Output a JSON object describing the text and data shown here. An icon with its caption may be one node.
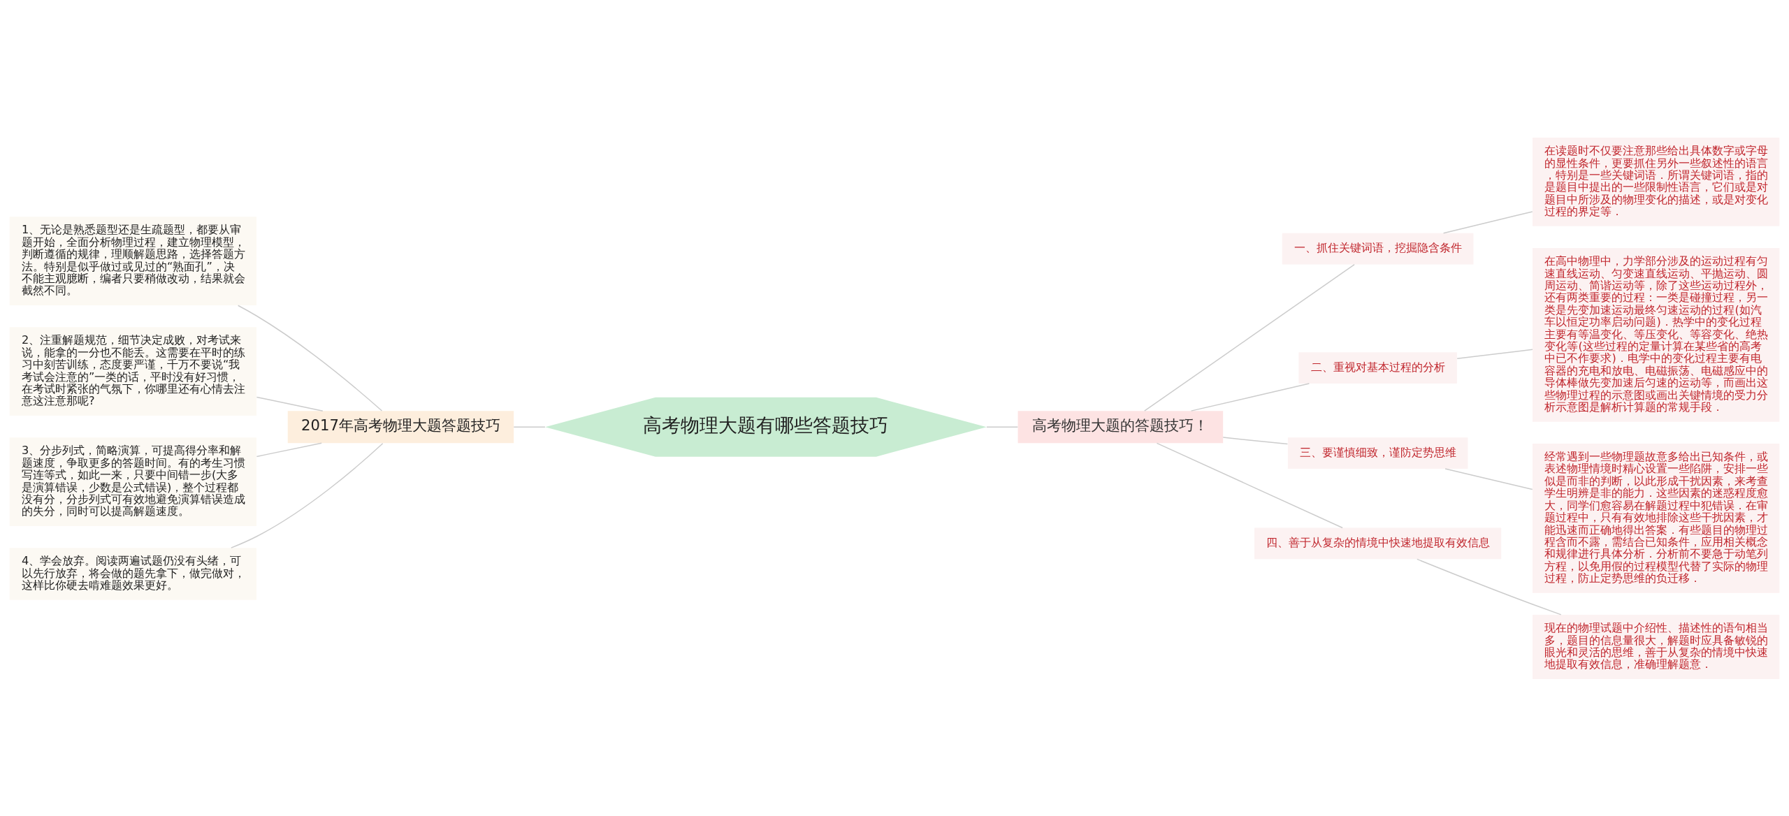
{
  "diagram": {
    "nodes": [
      {
        "text": [
          "高考物理大题有哪些答题技巧"
        ]
      },
      {
        "text": [
          "2017年高考物理大题答题技巧"
        ]
      },
      {
        "text": [
          "1、无论是熟悉题型还是生疏题型，都要从审题开始，全面分析物理过程，建立物理模型，判断遵循的规律，理顺解题思路，选择答题方法。特别是似乎做过或见过的“熟面孔”，决不能主观臆断，编者只要稍做改动，结果就会截然不同。"
        ]
      },
      {
        "text": [
          "2、注重解题规范，细节决定成败，对考试来说，能拿的一分也不能丢。这需要在平时的练习中刻苦训练，态度要严谨，千万不要说“我考试会注意的”一类的话，平时没有好习惯，在考试时紧张的气氛下，你哪里还有心情去注意这注意那呢?"
        ]
      },
      {
        "text": [
          "3、分步列式，简略演算，可提高得分率和解题速度，争取更多的答题时间。有的考生习惯写连等式，如此一来，只要中间错一步(大多是演算错误，少数是公式错误)，整个过程都没有分，分步列式可有效地避免演算错误造成的失分，同时可以提高解题速度。"
        ]
      },
      {
        "text": [
          "4、学会放弃。阅读两遍试题仍没有头绪，可以先行放弃，将会做的题先拿下，做完做对，这样比你硬去啃难题效果更好。"
        ]
      },
      {
        "text": [
          "高考物理大题的答题技巧！"
        ]
      },
      {
        "text": [
          "一、抓住关键词语，挖掘隐含条件"
        ]
      },
      {
        "text": [
          "在读题时不仅要注意那些给出具体数字或字母的显性条件，更要抓住另外一些叙述性的语言，特别是一些关键词语．所谓关键词语，指的是题目中提出的一些限制性语言，它们或是对题目中所涉及的物理变化的描述，或是对变化过程的界定等．"
        ]
      },
      {
        "text": [
          "二、重视对基本过程的分析"
        ]
      },
      {
        "text": [
          "在高中物理中，力学部分涉及的运动过程有匀速直线运动、匀变速直线运动、平抛运动、圆周运动、简谐运动等，除了这些运动过程外，还有两类重要的过程：一类是碰撞过程，另一类是先变加速运动最终匀速运动的过程(如汽车以恒定功率启动问题)．热学中的变化过程主要有等温变化、等压变化、等容变化、绝热变化等(这些过程的定量计算在某些省的高考中已不作要求)．电学中的变化过程主要有电容器的充电和放电、电磁振荡、电磁感应中的导体棒做先变加速后匀速的运动等，而画出这些物理过程的示意图或画出关键情境的受力分析示意图是解析计算题的常规手段．"
        ]
      },
      {
        "text": [
          "三、要谨慎细致，谨防定势思维"
        ]
      },
      {
        "text": [
          "经常遇到一些物理题故意多给出已知条件，或表述物理情境时精心设置一些陷阱，安排一些似是而非的判断，以此形成干扰因素，来考查学生明辨是非的能力．这些因素的迷惑程度愈大，同学们愈容易在解题过程中犯错误．在审题过程中，只有有效地排除这些干扰因素，才能迅速而正确地得出答案．有些题目的物理过程含而不露，需结合已知条件，应用相关概念和规律进行具体分析．分析前不要急于动笔列方程，以免用假的过程模型代替了实际的物理过程，防止定势思维的负迁移．"
        ]
      },
      {
        "text": [
          "四、善于从复杂的情境中快速地提取有效信息"
        ]
      },
      {
        "text": [
          "现在的物理试题中介绍性、描述性的语句相当多，题目的信息量很大，解题时应具备敏锐的眼光和灵活的思维，善于从复杂的情境中快速地提取有效信息，准确理解题意．"
        ]
      }
    ],
    "edges": [
      {
        "from": 2,
        "to": 1,
        "arrow": "none"
      },
      {
        "from": 3,
        "to": 1,
        "arrow": "none"
      },
      {
        "from": 4,
        "to": 1,
        "arrow": "none"
      },
      {
        "from": 5,
        "to": 1,
        "arrow": "none"
      },
      {
        "from": 1,
        "to": 0,
        "arrow": "none"
      },
      {
        "from": 0,
        "to": 6,
        "arrow": "none"
      },
      {
        "from": 6,
        "to": 7,
        "arrow": "none"
      },
      {
        "from": 7,
        "to": 8,
        "arrow": "none"
      },
      {
        "from": 6,
        "to": 9,
        "arrow": "none"
      },
      {
        "from": 9,
        "to": 10,
        "arrow": "none"
      },
      {
        "from": 6,
        "to": 11,
        "arrow": "none"
      },
      {
        "from": 11,
        "to": 12,
        "arrow": "none"
      },
      {
        "from": 6,
        "to": 13,
        "arrow": "none"
      },
      {
        "from": 13,
        "to": 14,
        "arrow": "none"
      }
    ]
  }
}
